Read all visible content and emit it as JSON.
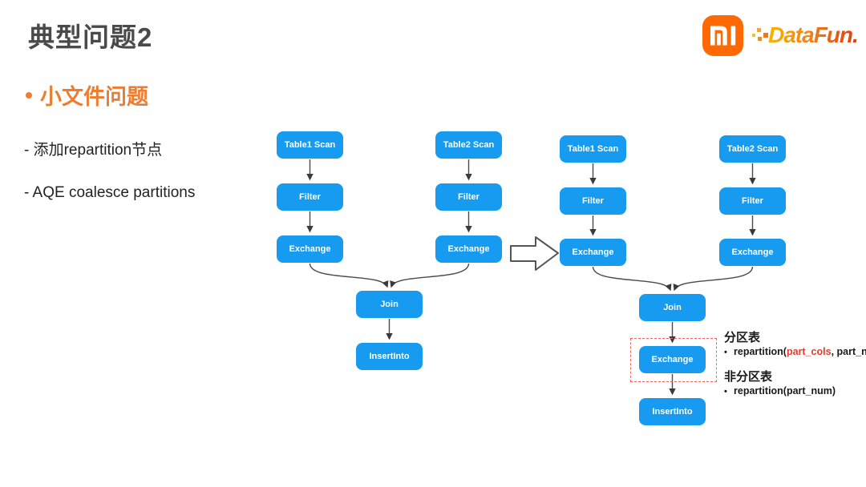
{
  "slide": {
    "title": "典型问题2",
    "section_title": "小文件问题",
    "points": [
      {
        "text": "- 添加repartition节点"
      },
      {
        "text": "- AQE coalesce partitions"
      }
    ]
  },
  "logos": {
    "xiaomi_alt": "MI",
    "datafun_text": "DataFun."
  },
  "nodes": {
    "table1_scan": "Table1 Scan",
    "table2_scan": "Table2 Scan",
    "filter": "Filter",
    "exchange": "Exchange",
    "join": "Join",
    "insert_into": "InsertInto"
  },
  "annotations": {
    "partitioned_heading": "分区表",
    "partitioned_bullet": "•",
    "partitioned_code_pre": "repartition(",
    "partitioned_code_highlight": "part_cols",
    "partitioned_code_post": ", part_num)",
    "nonpartitioned_heading": "非分区表",
    "nonpartitioned_bullet": "•",
    "nonpartitioned_code": "repartition(part_num)"
  },
  "colors": {
    "node_blue": "#179BF0",
    "accent_orange": "#ED7D31",
    "xiaomi_orange": "#FF6900",
    "highlight_red": "#E8392B",
    "dashed_border_red": "#F56060",
    "title_gray": "#4A4A4A"
  }
}
